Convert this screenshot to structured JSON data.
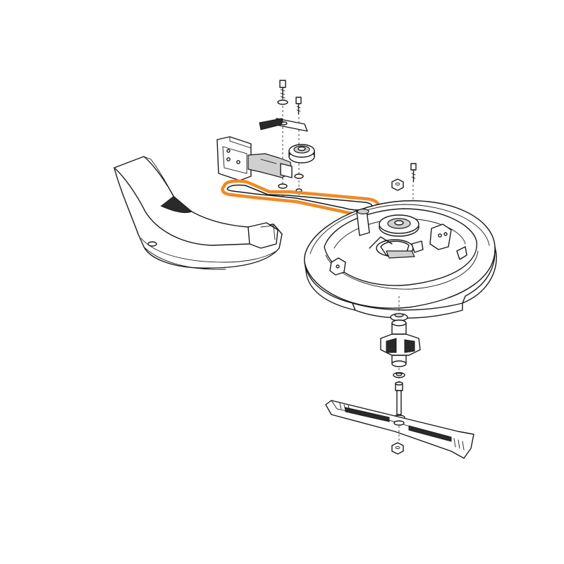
{
  "diagram": {
    "highlight_color": "#f08a24",
    "line_color": "#1a1a1a",
    "background_color": "#ffffff",
    "parts": [
      {
        "id": "bolt-top",
        "icon": "bolt-icon"
      },
      {
        "id": "bolt-short",
        "icon": "bolt-icon"
      },
      {
        "id": "idler-bracket",
        "icon": "bracket-icon"
      },
      {
        "id": "idler-arm",
        "icon": "arm-icon"
      },
      {
        "id": "idler-pulley",
        "icon": "pulley-icon"
      },
      {
        "id": "drive-belt",
        "icon": "belt-icon",
        "highlighted": true
      },
      {
        "id": "belt-cover",
        "icon": "cover-icon"
      },
      {
        "id": "mower-deck",
        "icon": "deck-icon"
      },
      {
        "id": "deck-bolt",
        "icon": "bolt-icon"
      },
      {
        "id": "blade-spindle",
        "icon": "spindle-icon"
      },
      {
        "id": "spindle-shaft",
        "icon": "shaft-icon"
      },
      {
        "id": "mower-blade",
        "icon": "blade-icon"
      },
      {
        "id": "blade-nut",
        "icon": "nut-icon"
      }
    ]
  }
}
